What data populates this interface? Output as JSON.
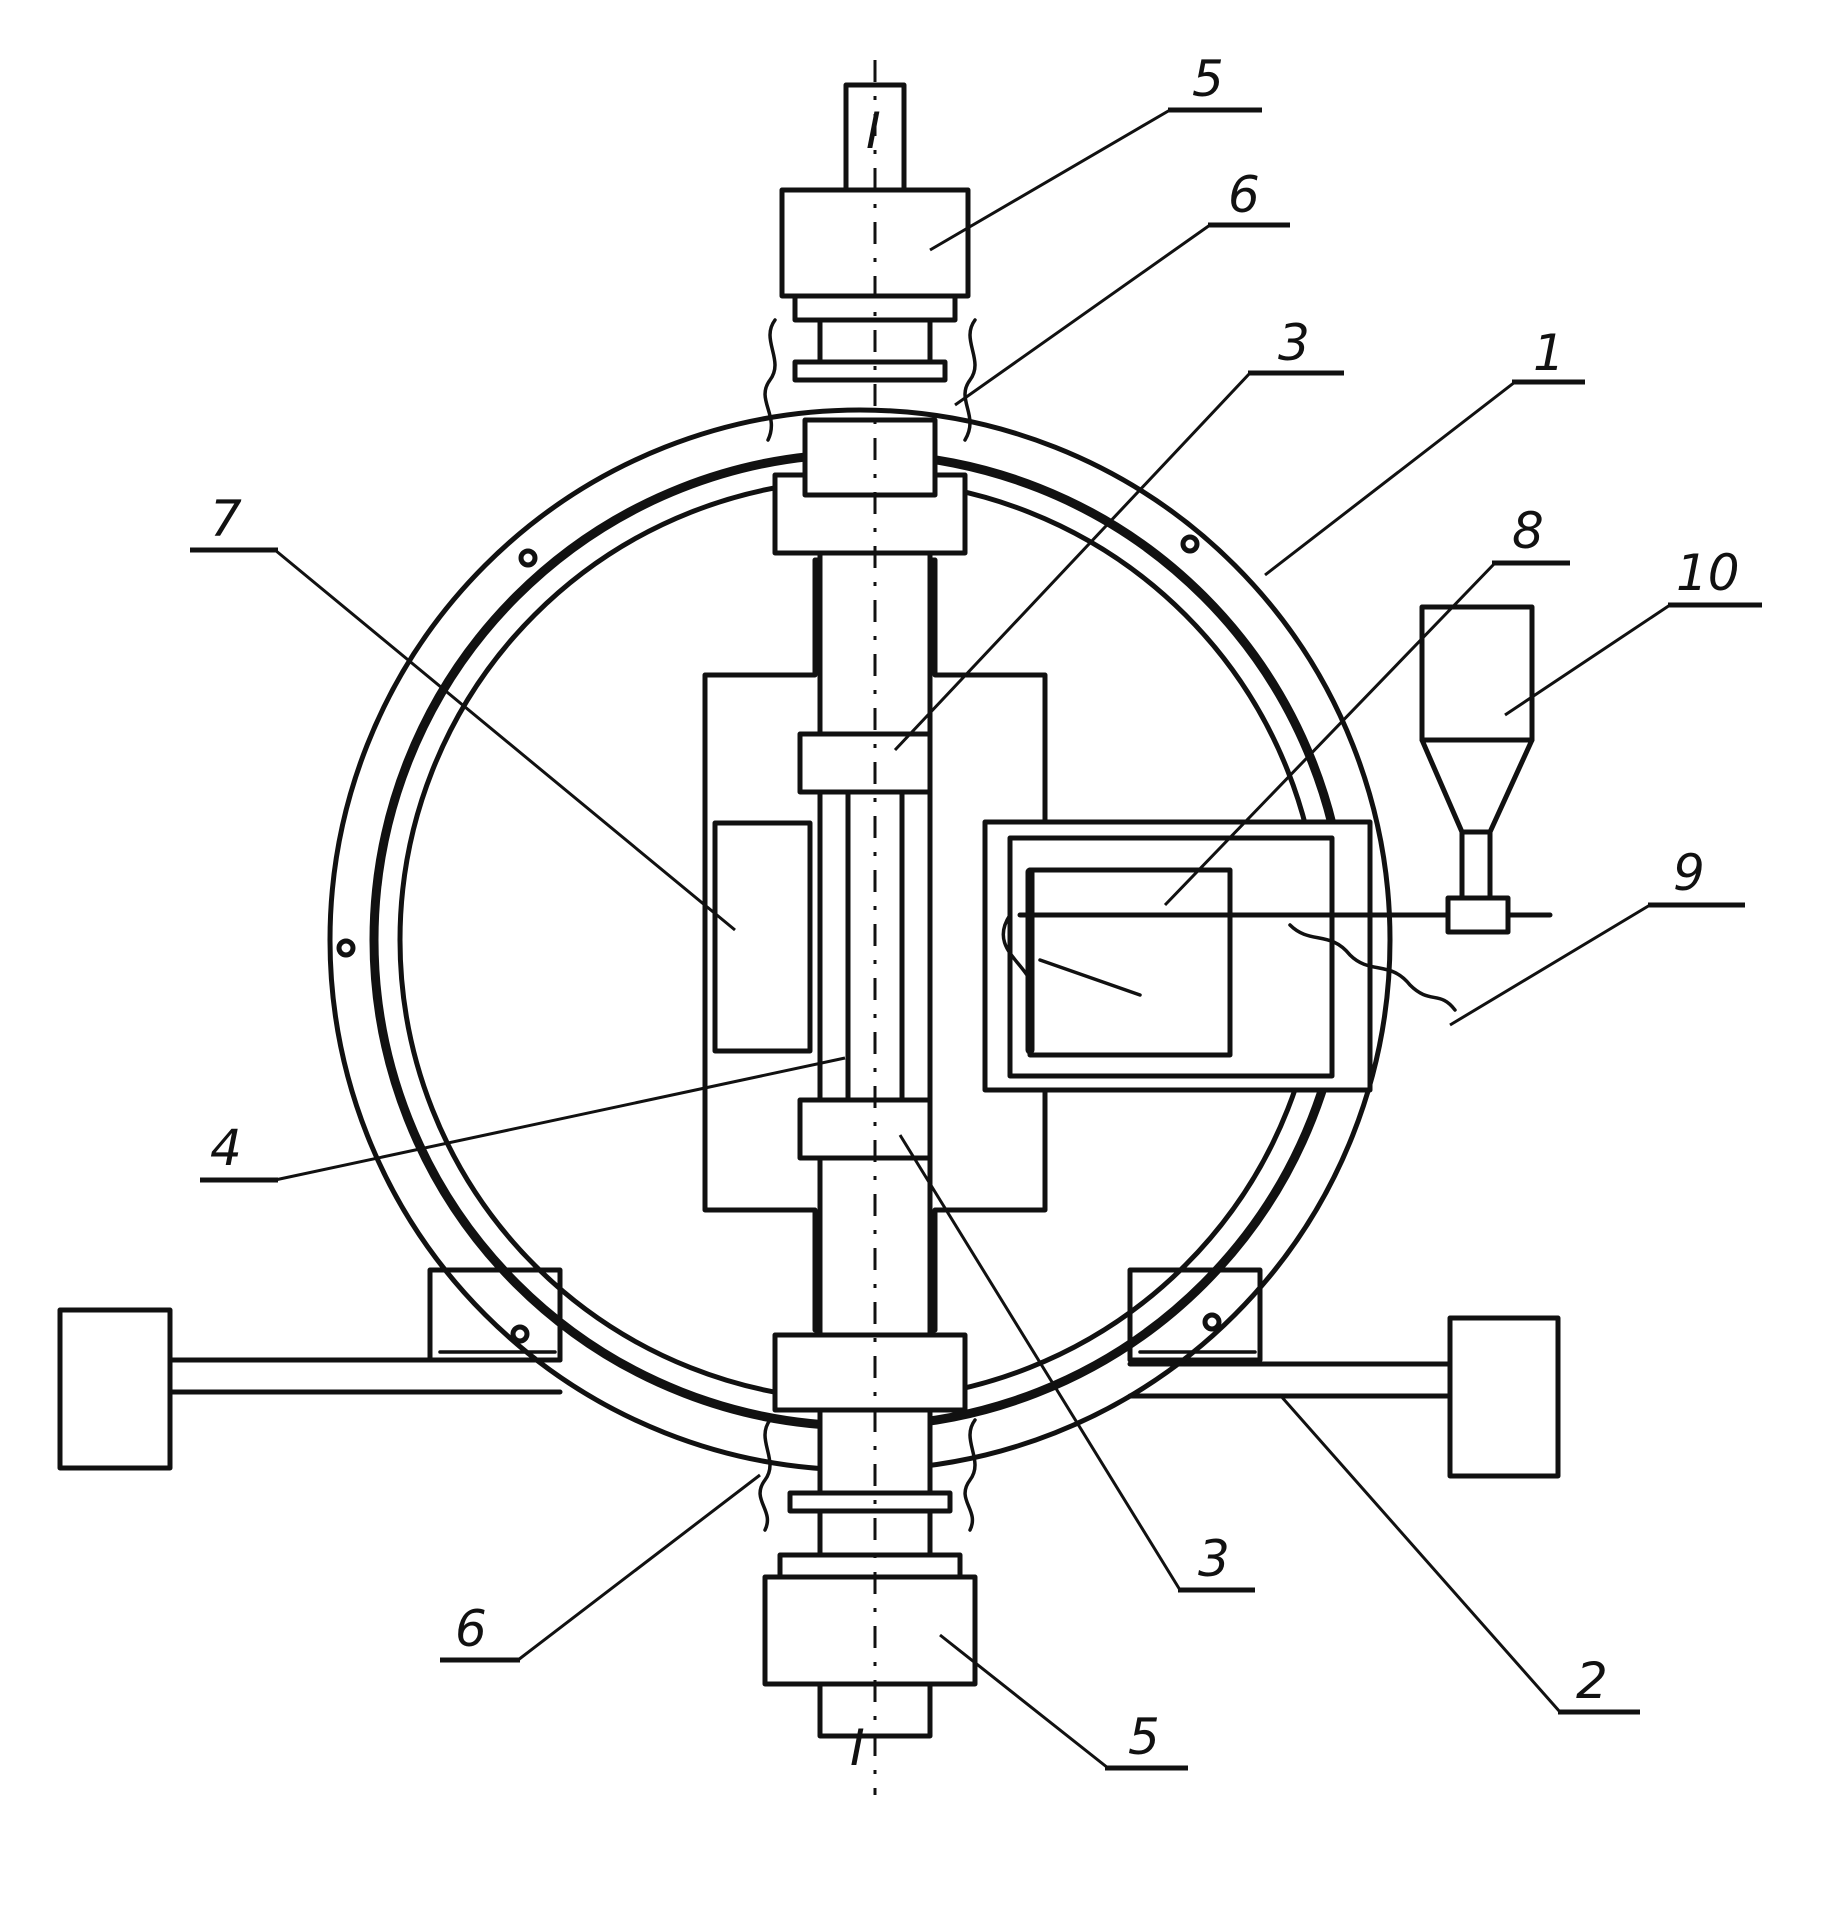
{
  "figure": {
    "callouts": [
      {
        "id": "top-5",
        "text": "5"
      },
      {
        "id": "top-6",
        "text": "6"
      },
      {
        "id": "upper-3",
        "text": "3"
      },
      {
        "id": "ring-1",
        "text": "1"
      },
      {
        "id": "box-8",
        "text": "8"
      },
      {
        "id": "hopper-10",
        "text": "10"
      },
      {
        "id": "left-7",
        "text": "7"
      },
      {
        "id": "tube-9",
        "text": "9"
      },
      {
        "id": "shaft-4",
        "text": "4"
      },
      {
        "id": "lower-3",
        "text": "3"
      },
      {
        "id": "bottom-6",
        "text": "6"
      },
      {
        "id": "bottom-5",
        "text": "5"
      },
      {
        "id": "arm-2",
        "text": "2"
      }
    ],
    "shaft_marks": {
      "top": "I",
      "bottom": "I"
    }
  }
}
